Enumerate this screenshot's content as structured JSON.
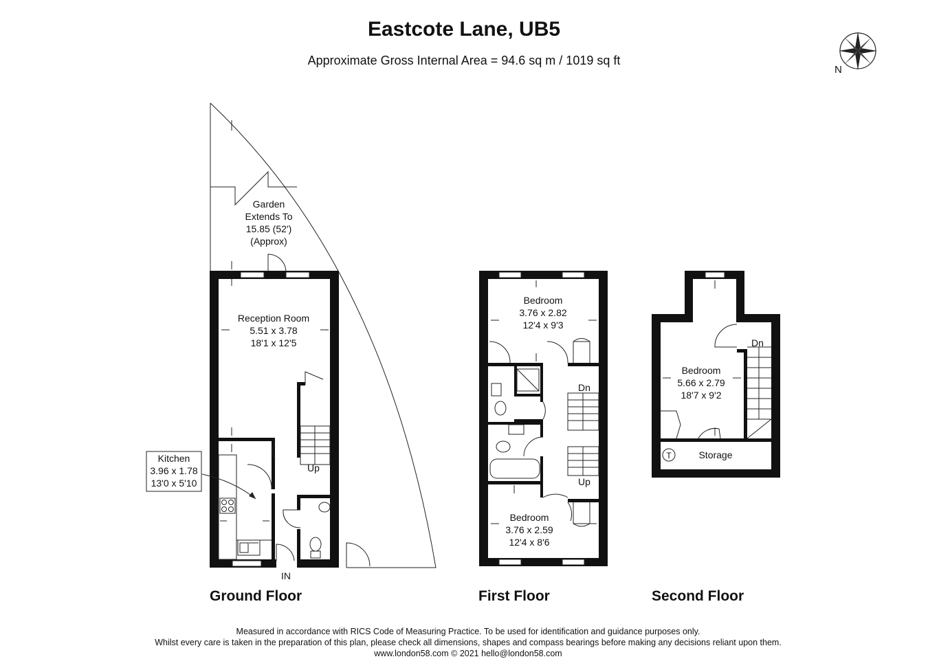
{
  "header": {
    "title": "Eastcote Lane, UB5",
    "subtitle": "Approximate Gross Internal Area = 94.6 sq m / 1019 sq ft"
  },
  "compass": {
    "label": "N"
  },
  "floors": {
    "ground": {
      "label": "Ground Floor",
      "garden": [
        "Garden",
        "Extends To",
        "15.85 (52')",
        "(Approx)"
      ],
      "reception": [
        "Reception Room",
        "5.51 x 3.78",
        "18'1 x 12'5"
      ],
      "kitchen": [
        "Kitchen",
        "3.96 x 1.78",
        "13'0 x 5'10"
      ],
      "stairs": "Up",
      "entrance": "IN"
    },
    "first": {
      "label": "First Floor",
      "bedroom_top": [
        "Bedroom",
        "3.76 x 2.82",
        "12'4 x 9'3"
      ],
      "bedroom_bottom": [
        "Bedroom",
        "3.76 x 2.59",
        "12'4 x 8'6"
      ],
      "stairs_down": "Dn",
      "stairs_up": "Up"
    },
    "second": {
      "label": "Second Floor",
      "bedroom": [
        "Bedroom",
        "5.66 x 2.79",
        "18'7 x 9'2"
      ],
      "storage": "Storage",
      "tank": "T",
      "stairs_down": "Dn"
    }
  },
  "footer": {
    "line1": "Measured in accordance with RICS Code of Measuring Practice. To be used for identification and guidance purposes only.",
    "line2": "Whilst every care is taken in the preparation of this plan, please check all dimensions, shapes and compass bearings before making any decisions reliant upon them.",
    "line3": "www.london58.com © 2021 hello@london58.com"
  }
}
